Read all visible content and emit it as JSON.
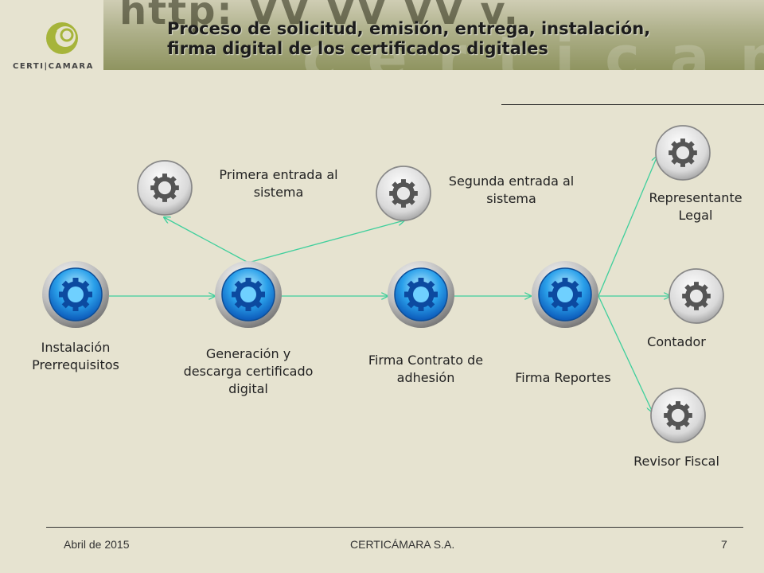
{
  "header": {
    "title_line1": "Proceso de solicitud, emisión, entrega, instalación,",
    "title_line2": "firma digital de los certificados digitales",
    "logo_text": "CERTI|CAMARA",
    "banner_text": "http: VV VV VV v."
  },
  "diagram": {
    "main_steps": [
      {
        "id": "instalacion",
        "label_line1": "Instalación",
        "label_line2": "Prerrequisitos",
        "icon": "gear-icon-blue"
      },
      {
        "id": "generacion",
        "label_line1": "Generación y",
        "label_line2": "descarga certificado",
        "label_line3": "digital",
        "icon": "gear-icon-blue"
      },
      {
        "id": "firma-contrato",
        "label_line1": "Firma Contrato de",
        "label_line2": "adhesión",
        "icon": "gear-icon-blue"
      },
      {
        "id": "firma-reportes",
        "label": "Firma Reportes",
        "icon": "gear-icon-blue"
      }
    ],
    "entries": [
      {
        "id": "primera",
        "label_line1": "Primera entrada al",
        "label_line2": "sistema",
        "icon": "gear-icon-gray"
      },
      {
        "id": "segunda",
        "label_line1": "Segunda entrada al",
        "label_line2": "sistema",
        "icon": "gear-icon-gray"
      }
    ],
    "roles": [
      {
        "id": "representante",
        "label_line1": "Representante",
        "label_line2": "Legal",
        "icon": "gear-icon-gray"
      },
      {
        "id": "contador",
        "label": "Contador",
        "icon": "gear-icon-gray"
      },
      {
        "id": "revisor",
        "label": "Revisor Fiscal",
        "icon": "gear-icon-gray"
      }
    ],
    "arrow_color": "#3fcf9c"
  },
  "footer": {
    "date": "Abril de 2015",
    "company": "CERTICÁMARA S.A.",
    "page": "7"
  }
}
